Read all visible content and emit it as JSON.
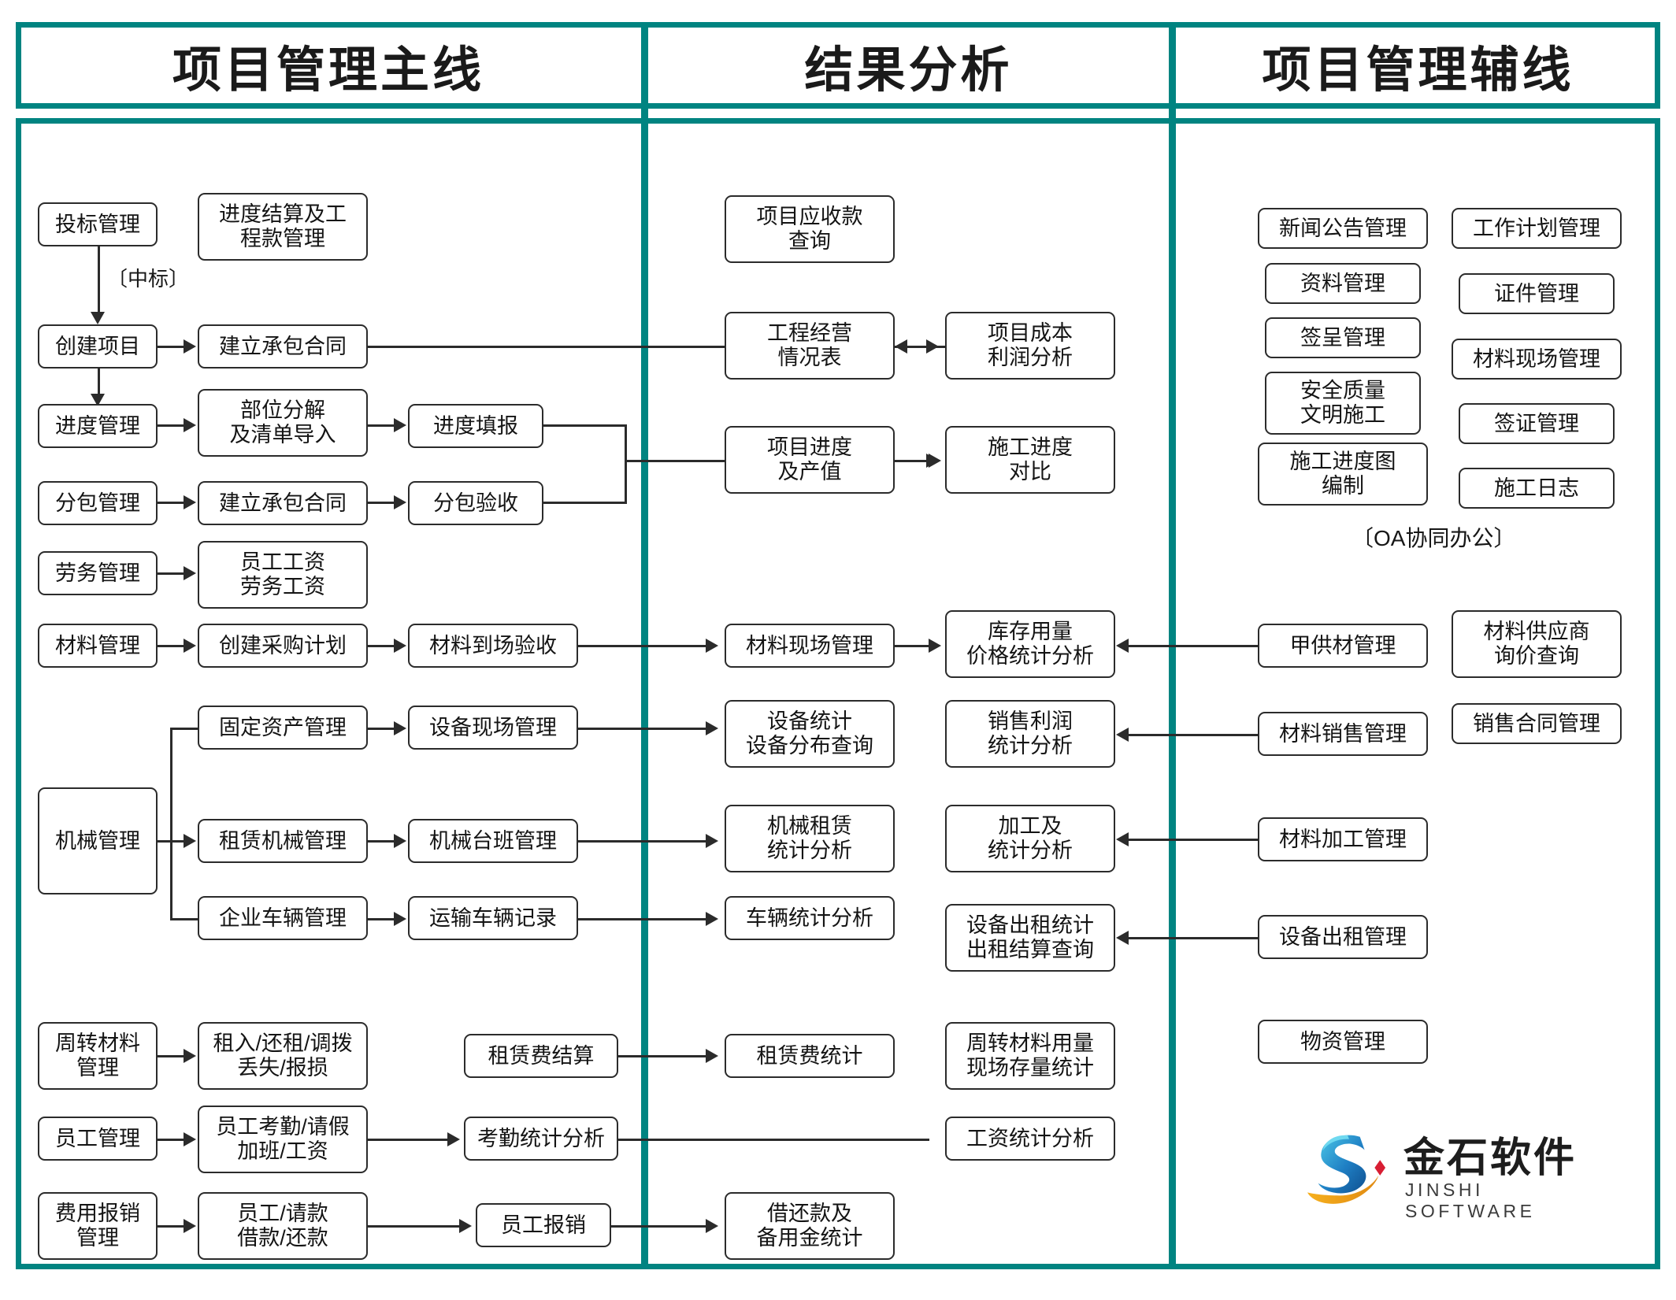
{
  "headers": [
    {
      "id": "main-line",
      "label": "项目管理主线"
    },
    {
      "id": "result",
      "label": "结果分析"
    },
    {
      "id": "aux-line",
      "label": "项目管理辅线"
    }
  ],
  "annotations": {
    "bid_win": "〔中标〕",
    "oa": "〔OA协同办公〕"
  },
  "colors": {
    "teal": "#008481",
    "node_border": "#2b2b2b",
    "text": "#141414"
  },
  "column_main": {
    "nodes": [
      {
        "id": "n1",
        "label": "投标管理"
      },
      {
        "id": "n2",
        "label": "进度结算及工\n程款管理"
      },
      {
        "id": "n3",
        "label": "创建项目"
      },
      {
        "id": "n4",
        "label": "建立承包合同"
      },
      {
        "id": "n5",
        "label": "进度管理"
      },
      {
        "id": "n6",
        "label": "部位分解\n及清单导入"
      },
      {
        "id": "n7",
        "label": "进度填报"
      },
      {
        "id": "n8",
        "label": "分包管理"
      },
      {
        "id": "n9",
        "label": "建立承包合同"
      },
      {
        "id": "n10",
        "label": "分包验收"
      },
      {
        "id": "n11",
        "label": "劳务管理"
      },
      {
        "id": "n12",
        "label": "员工工资\n劳务工资"
      },
      {
        "id": "n13",
        "label": "材料管理"
      },
      {
        "id": "n14",
        "label": "创建采购计划"
      },
      {
        "id": "n15",
        "label": "材料到场验收"
      },
      {
        "id": "n16",
        "label": "机械管理"
      },
      {
        "id": "n17",
        "label": "固定资产管理"
      },
      {
        "id": "n18",
        "label": "设备现场管理"
      },
      {
        "id": "n19",
        "label": "租赁机械管理"
      },
      {
        "id": "n20",
        "label": "机械台班管理"
      },
      {
        "id": "n21",
        "label": "企业车辆管理"
      },
      {
        "id": "n22",
        "label": "运输车辆记录"
      },
      {
        "id": "n23",
        "label": "周转材料\n管理"
      },
      {
        "id": "n24",
        "label": "租入/还租/调拨\n丢失/报损"
      },
      {
        "id": "n25",
        "label": "租赁费结算"
      },
      {
        "id": "n26",
        "label": "员工管理"
      },
      {
        "id": "n27",
        "label": "员工考勤/请假\n加班/工资"
      },
      {
        "id": "n28",
        "label": "考勤统计分析"
      },
      {
        "id": "n29",
        "label": "费用报销\n管理"
      },
      {
        "id": "n30",
        "label": "员工/请款\n借款/还款"
      },
      {
        "id": "n31",
        "label": "员工报销"
      }
    ]
  },
  "column_result": {
    "nodes": [
      {
        "id": "r1",
        "label": "项目应收款\n查询"
      },
      {
        "id": "r2",
        "label": "工程经营\n情况表"
      },
      {
        "id": "r3",
        "label": "项目成本\n利润分析"
      },
      {
        "id": "r4",
        "label": "项目进度\n及产值"
      },
      {
        "id": "r5",
        "label": "施工进度\n对比"
      },
      {
        "id": "r6",
        "label": "材料现场管理"
      },
      {
        "id": "r7",
        "label": "库存用量\n价格统计分析"
      },
      {
        "id": "r8",
        "label": "设备统计\n设备分布查询"
      },
      {
        "id": "r9",
        "label": "销售利润\n统计分析"
      },
      {
        "id": "r10",
        "label": "机械租赁\n统计分析"
      },
      {
        "id": "r11",
        "label": "加工及\n统计分析"
      },
      {
        "id": "r12",
        "label": "车辆统计分析"
      },
      {
        "id": "r13",
        "label": "设备出租统计\n出租结算查询"
      },
      {
        "id": "r14",
        "label": "租赁费统计"
      },
      {
        "id": "r15",
        "label": "周转材料用量\n现场存量统计"
      },
      {
        "id": "r16",
        "label": "工资统计分析"
      },
      {
        "id": "r17",
        "label": "借还款及\n备用金统计"
      }
    ]
  },
  "column_aux": {
    "nodes": [
      {
        "id": "a1",
        "label": "新闻公告管理"
      },
      {
        "id": "a2",
        "label": "工作计划管理"
      },
      {
        "id": "a3",
        "label": "资料管理"
      },
      {
        "id": "a4",
        "label": "证件管理"
      },
      {
        "id": "a5",
        "label": "签呈管理"
      },
      {
        "id": "a6",
        "label": "材料现场管理"
      },
      {
        "id": "a7",
        "label": "安全质量\n文明施工"
      },
      {
        "id": "a8",
        "label": "签证管理"
      },
      {
        "id": "a9",
        "label": "施工进度图\n编制"
      },
      {
        "id": "a10",
        "label": "施工日志"
      },
      {
        "id": "a11",
        "label": "甲供材管理"
      },
      {
        "id": "a12",
        "label": "材料供应商\n询价查询"
      },
      {
        "id": "a13",
        "label": "材料销售管理"
      },
      {
        "id": "a14",
        "label": "销售合同管理"
      },
      {
        "id": "a15",
        "label": "材料加工管理"
      },
      {
        "id": "a16",
        "label": "设备出租管理"
      },
      {
        "id": "a17",
        "label": "物资管理"
      }
    ]
  },
  "logo": {
    "cn": "金石软件",
    "en": "JINSHI SOFTWARE"
  }
}
